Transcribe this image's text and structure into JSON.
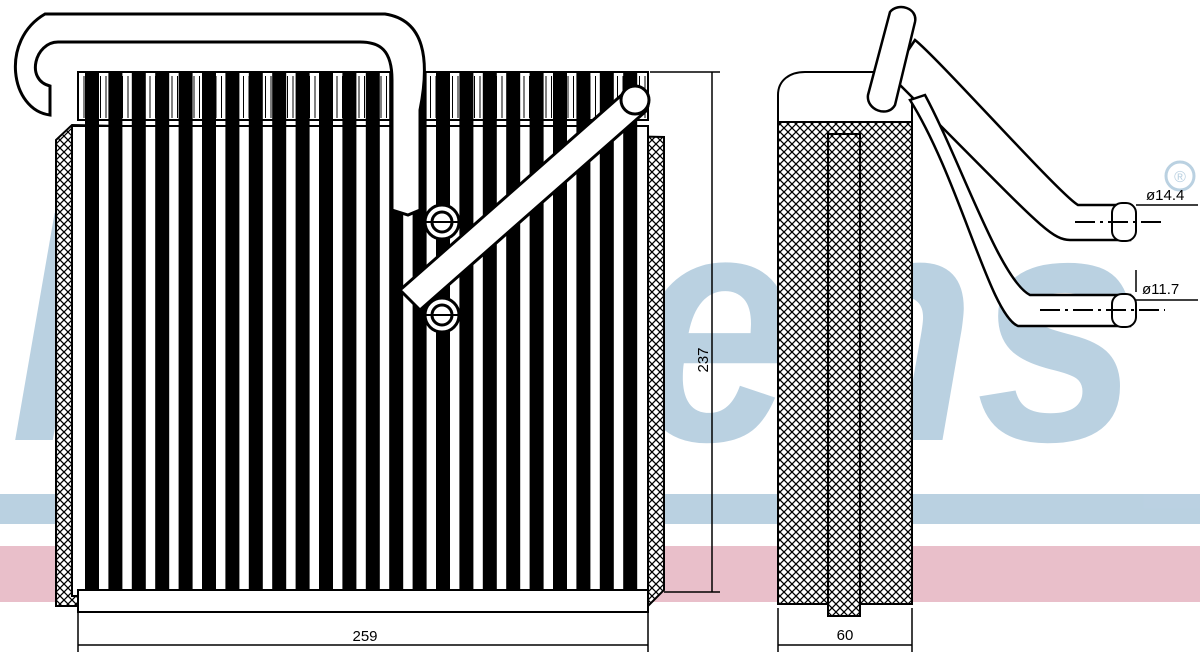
{
  "watermark": {
    "brand": "Nissens",
    "registered_mark": "®",
    "colors": {
      "blue": "#b7cfe0",
      "pink": "#e8bcc8"
    }
  },
  "dimensions": {
    "width": "259",
    "height": "237",
    "depth": "60",
    "pipe_large": "ø14.4",
    "pipe_small": "ø11.7"
  },
  "colors": {
    "line": "#000000",
    "background": "#ffffff"
  }
}
